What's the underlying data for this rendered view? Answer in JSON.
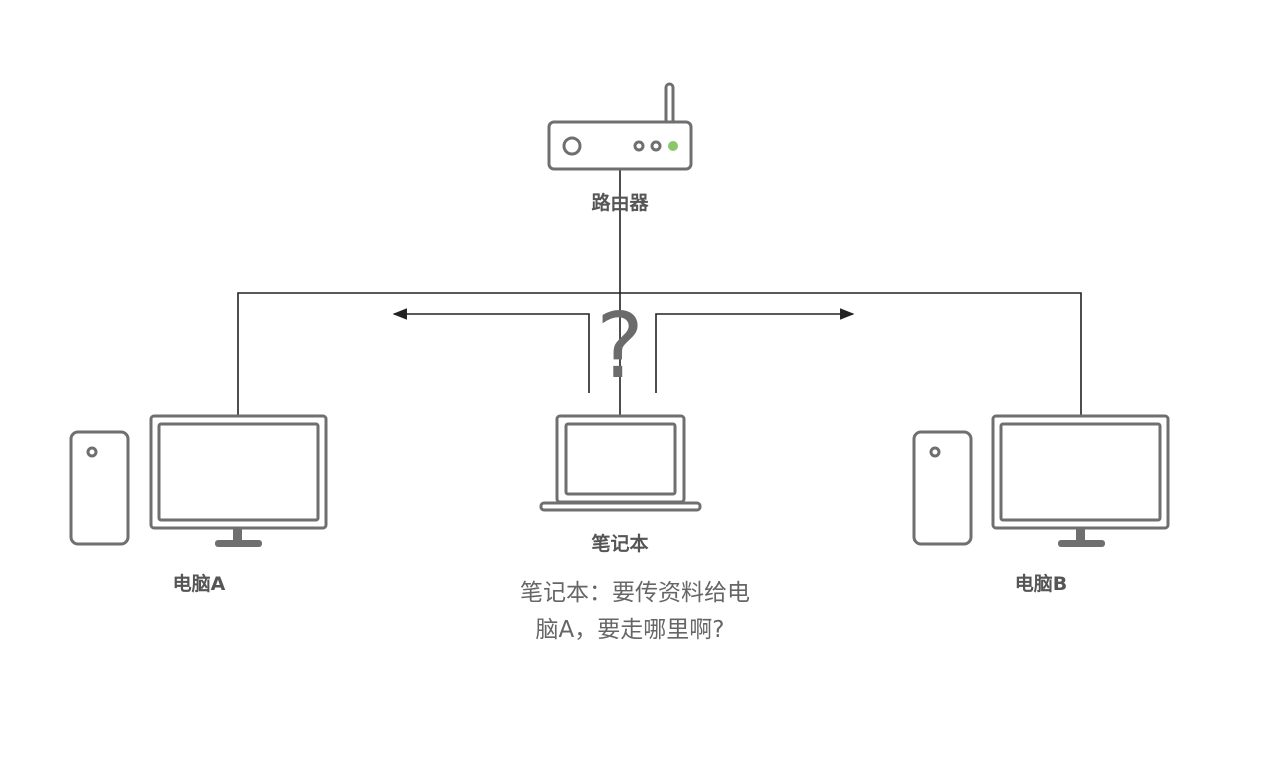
{
  "nodes": {
    "router": {
      "label": "路由器",
      "led_color": "#8cc66b"
    },
    "laptop": {
      "label": "笔记本"
    },
    "computer_a": {
      "label": "电脑A"
    },
    "computer_b": {
      "label": "电脑B"
    }
  },
  "question_mark": "?",
  "caption": {
    "line1": "笔记本：要传资料给电",
    "line2": "脑A，要走哪里啊?"
  },
  "colors": {
    "device_stroke": "#6f6f6f",
    "wire": "#222222",
    "router_led": "#8cc66b"
  }
}
